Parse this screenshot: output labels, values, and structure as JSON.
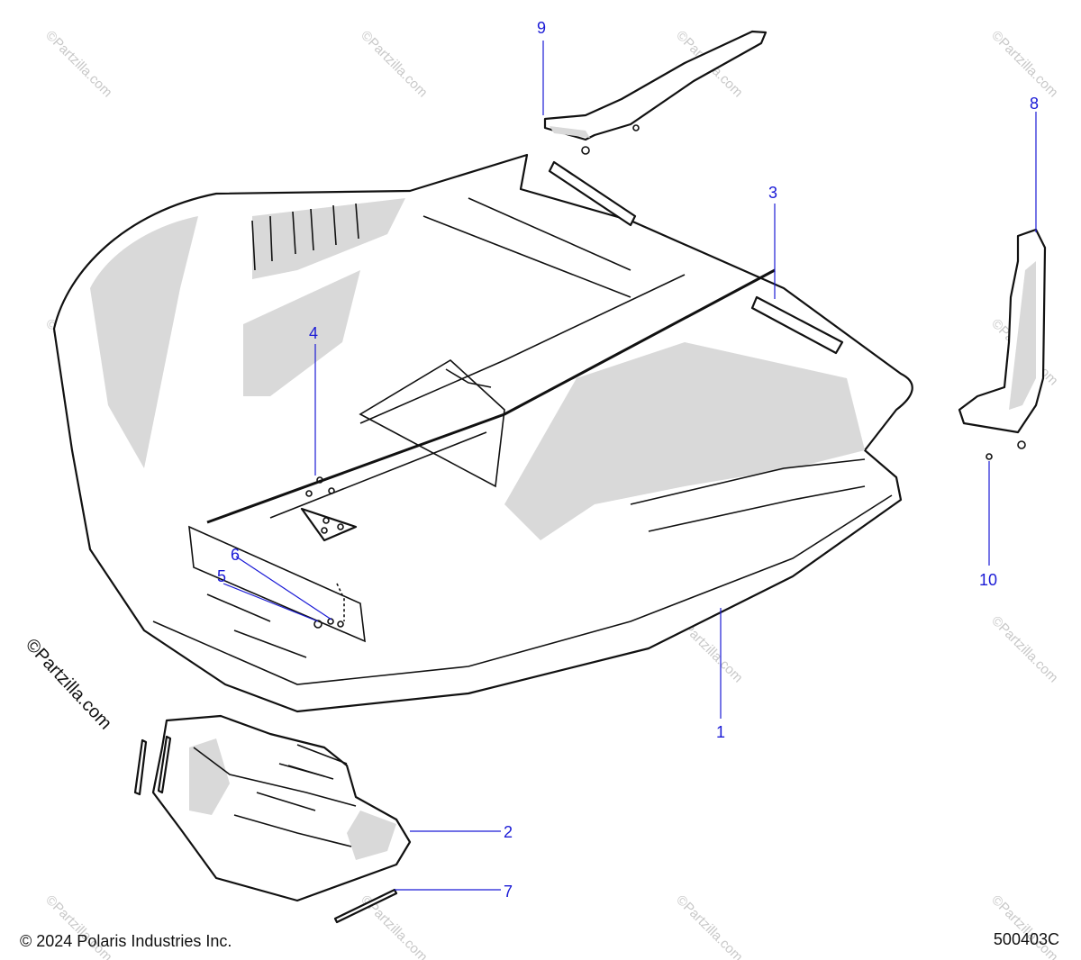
{
  "diagram": {
    "callouts": [
      {
        "id": "c1",
        "label": "1"
      },
      {
        "id": "c2",
        "label": "2"
      },
      {
        "id": "c3",
        "label": "3"
      },
      {
        "id": "c4",
        "label": "4"
      },
      {
        "id": "c5",
        "label": "5"
      },
      {
        "id": "c6",
        "label": "6"
      },
      {
        "id": "c7",
        "label": "7"
      },
      {
        "id": "c8",
        "label": "8"
      },
      {
        "id": "c9",
        "label": "9"
      },
      {
        "id": "c10",
        "label": "10"
      }
    ],
    "watermark_text": "©Partzilla.com",
    "side_watermark": "©Partzilla.com"
  },
  "footer": {
    "copyright": "© 2024 Polaris Industries Inc.",
    "diagram_number": "500403C"
  }
}
